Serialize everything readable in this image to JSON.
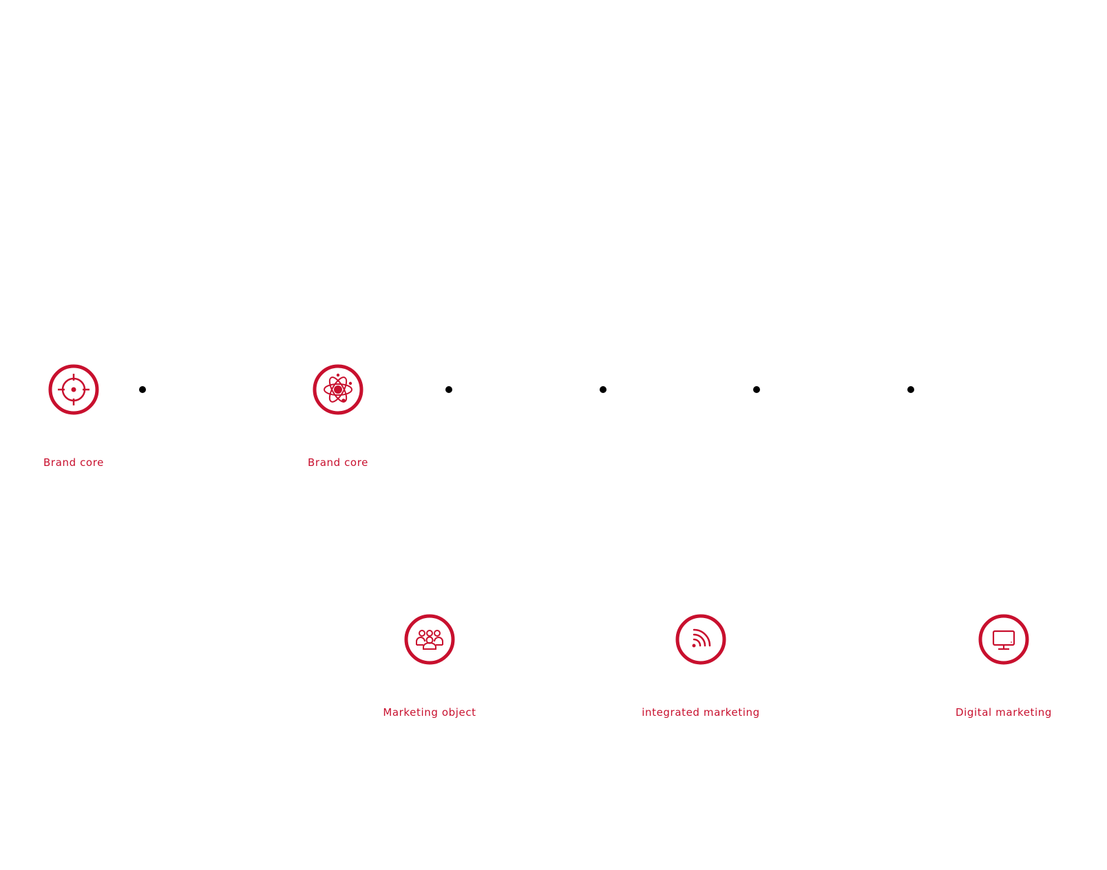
{
  "colors": {
    "accent": "#c8102e",
    "dot": "#000000",
    "background": "#ffffff"
  },
  "items": [
    {
      "label": "Brand core",
      "icon": "target-icon"
    },
    {
      "label": "Brand core",
      "icon": "atom-icon"
    },
    {
      "label": "Marketing object",
      "icon": "group-people-icon"
    },
    {
      "label": "integrated marketing",
      "icon": "signal-waves-icon"
    },
    {
      "label": "Digital marketing",
      "icon": "monitor-icon"
    }
  ]
}
